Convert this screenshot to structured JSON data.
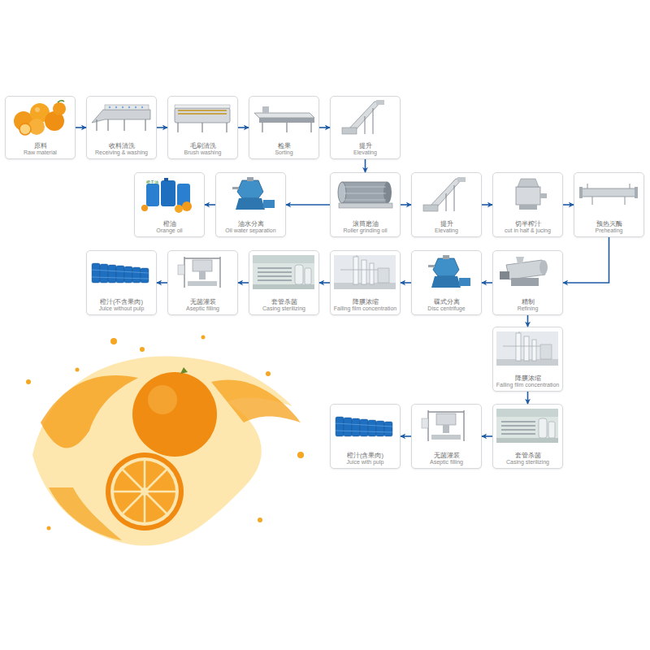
{
  "diagram": {
    "nodes": [
      {
        "text": [
          "原料",
          "Raw material"
        ]
      },
      {
        "text": [
          "收料清洗",
          "Receiving & washing"
        ]
      },
      {
        "text": [
          "毛刷清洗",
          "Brush washing"
        ]
      },
      {
        "text": [
          "检果",
          "Sorting"
        ]
      },
      {
        "text": [
          "提升",
          "Elevating"
        ]
      },
      {
        "text": [
          "橙油",
          "Orange oil"
        ]
      },
      {
        "text": [
          "油水分离",
          "Oil water separation"
        ]
      },
      {
        "text": [
          "滚筒磨油",
          "Roller grinding oil"
        ]
      },
      {
        "text": [
          "提升",
          "Elevating"
        ]
      },
      {
        "text": [
          "切半榨汁",
          "cut in half & jucing"
        ]
      },
      {
        "text": [
          "预热灭酶",
          "Preheating"
        ]
      },
      {
        "text": [
          "橙汁(不含果肉)",
          "Juice without pulp"
        ]
      },
      {
        "text": [
          "无菌灌装",
          "Aseptic filling"
        ]
      },
      {
        "text": [
          "套管杀菌",
          "Casing sterilizing"
        ]
      },
      {
        "text": [
          "降膜浓缩",
          "Falling film concentration"
        ]
      },
      {
        "text": [
          "碟式分离",
          "Disc centrifuge"
        ]
      },
      {
        "text": [
          "精制",
          "Refining"
        ]
      },
      {
        "text": [
          "降膜浓缩",
          "Falling film concentration"
        ]
      },
      {
        "text": [
          "橙汁(含果肉)",
          "Juice with pulp"
        ]
      },
      {
        "text": [
          "无菌灌装",
          "Aseptic filling"
        ]
      },
      {
        "text": [
          "套管杀菌",
          "Casing sterilizing"
        ]
      }
    ],
    "edges": [
      {
        "from": 0,
        "to": 1,
        "arrow": "to"
      },
      {
        "from": 1,
        "to": 2,
        "arrow": "to"
      },
      {
        "from": 2,
        "to": 3,
        "arrow": "to"
      },
      {
        "from": 3,
        "to": 4,
        "arrow": "to"
      },
      {
        "from": 4,
        "to": 7,
        "arrow": "to"
      },
      {
        "from": 7,
        "to": 6,
        "arrow": "to"
      },
      {
        "from": 6,
        "to": 5,
        "arrow": "to"
      },
      {
        "from": 7,
        "to": 8,
        "arrow": "to"
      },
      {
        "from": 8,
        "to": 9,
        "arrow": "to"
      },
      {
        "from": 9,
        "to": 10,
        "arrow": "to"
      },
      {
        "from": 10,
        "to": 16,
        "arrow": "to"
      },
      {
        "from": 16,
        "to": 15,
        "arrow": "to"
      },
      {
        "from": 15,
        "to": 14,
        "arrow": "to"
      },
      {
        "from": 14,
        "to": 13,
        "arrow": "to"
      },
      {
        "from": 13,
        "to": 12,
        "arrow": "to"
      },
      {
        "from": 12,
        "to": 11,
        "arrow": "to"
      },
      {
        "from": 16,
        "to": 17,
        "arrow": "to"
      },
      {
        "from": 17,
        "to": 20,
        "arrow": "to"
      },
      {
        "from": 20,
        "to": 19,
        "arrow": "to"
      },
      {
        "from": 19,
        "to": 18,
        "arrow": "to"
      }
    ],
    "labels": [
      "橙子油"
    ]
  }
}
